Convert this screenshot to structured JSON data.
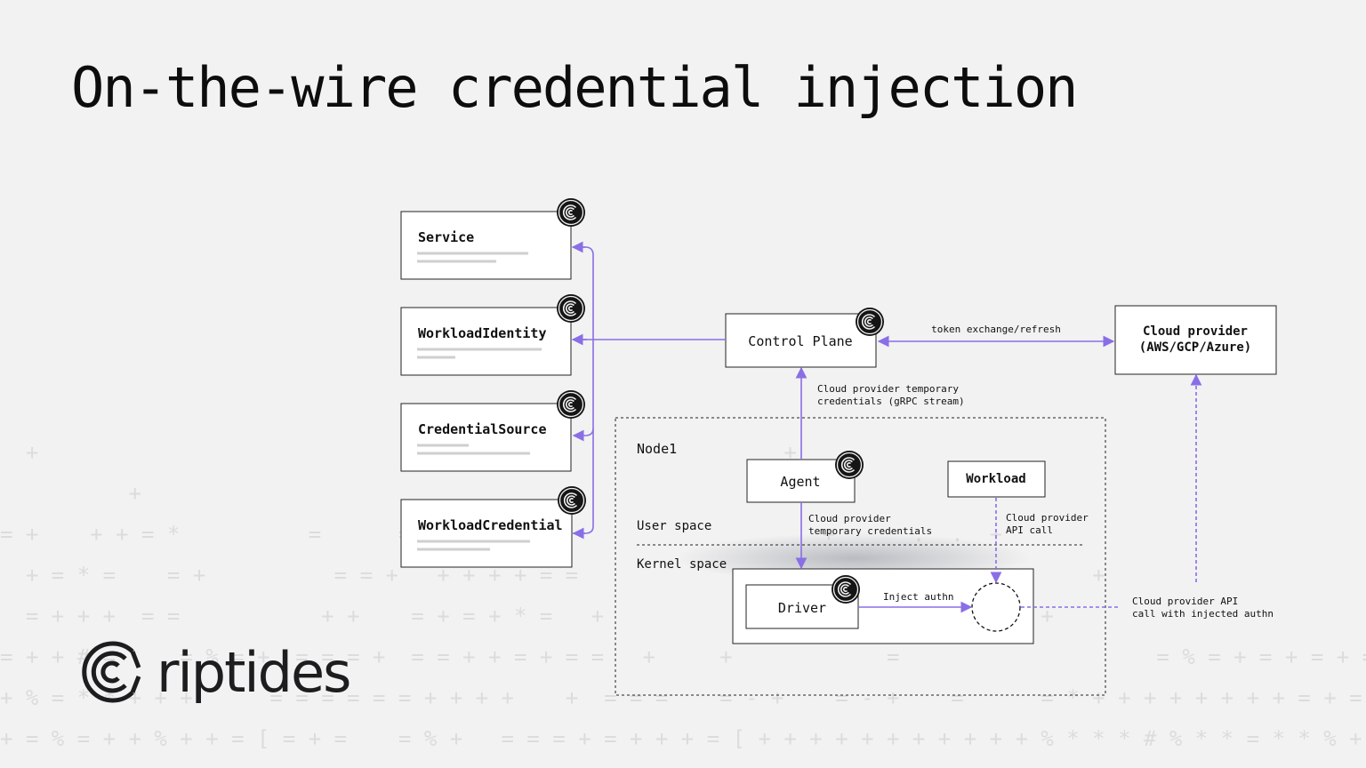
{
  "slide": {
    "title": "On-the-wire credential injection"
  },
  "boxes": {
    "service": "Service",
    "workload_identity": "WorkloadIdentity",
    "credential_source": "CredentialSource",
    "workload_credential": "WorkloadCredential",
    "control_plane": "Control Plane",
    "cloud_provider_1": "Cloud provider",
    "cloud_provider_2": "(AWS/GCP/Azure)",
    "agent": "Agent",
    "workload": "Workload",
    "driver": "Driver"
  },
  "labels": {
    "node": "Node1",
    "user_space": "User space",
    "kernel_space": "Kernel space",
    "token_exchange": "token exchange/refresh",
    "temp_creds_grpc_1": "Cloud provider temporary",
    "temp_creds_grpc_2": "credentials (gRPC stream)",
    "temp_creds_1": "Cloud provider",
    "temp_creds_2": "temporary credentials",
    "api_call_1": "Cloud provider",
    "api_call_2": "API call",
    "inject_authn": "Inject authn",
    "injected_call_1": "Cloud provider API",
    "injected_call_2": "call with injected authn"
  },
  "brand": {
    "name": "riptides"
  },
  "colors": {
    "accent": "#8a6ee6",
    "background": "#f2f2f2",
    "ink": "#111111",
    "badge": "#151515"
  },
  "background_pattern": [
    "                                    ",
    "  +                                                          +  ",
    "          +                                                  +",
    "= +    + + = *          =      =  + +                           +      .  .  +",
    "  + = * =    = +          = = +   + + + + = =                                 =      +",
    "  = + + +  = =           + +    = + = + * =   +                 +           + *  +",
    "= + + # =     = % = +  = = = +  = = + + = + = =   +     +            =                    = % = + = + = + = + = +",
    "+ % = * * + + +      = = = = = = + + + +    +  = = =    = - +    = - +    =      = * + + + + + + + + = + = + +",
    "+ = % = + + % + + = [ = + =    = % +   = = = + = + + + = [ + + + + + + + + + + + % * * * # % * * = * * % + % +  % %",
    "% = % * + # % * * = + = + * + + + + + + \\ + + + + + + + + + + + \\ + + + + + + + [ = + *  % % + * * * \" % \" * # \" \" * # \" * *"
  ]
}
